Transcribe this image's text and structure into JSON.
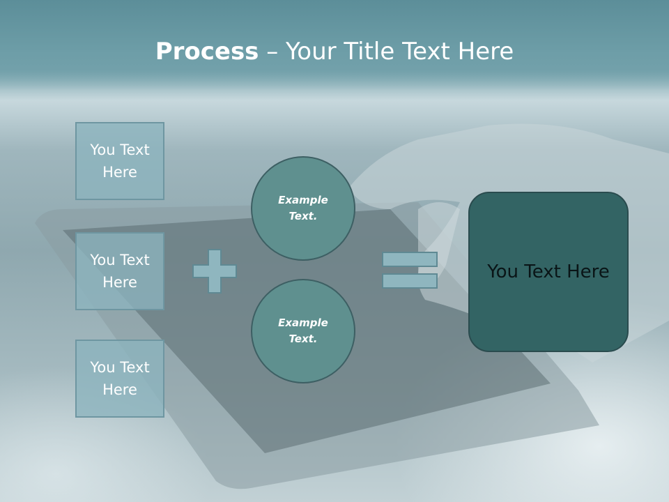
{
  "slide": {
    "title_bold": "Process",
    "title_rest": " – Your Title Text Here"
  },
  "inputs": [
    {
      "line1": "You Text",
      "line2": "Here"
    },
    {
      "line1": "You Text",
      "line2": "Here"
    },
    {
      "line1": "You Text",
      "line2": "Here"
    }
  ],
  "circles": [
    {
      "line1": "Example",
      "line2": "Text."
    },
    {
      "line1": "Example",
      "line2": "Text."
    }
  ],
  "result": {
    "text": "You Text Here"
  },
  "colors": {
    "title_band": "#5c8e99",
    "box_fill": "#8cb4be",
    "circle_fill": "#5f908f",
    "result_fill": "#336464",
    "operator_fill": "#8fb6bf"
  },
  "icons": {
    "plus": "plus-icon",
    "equals": "equals-icon"
  }
}
